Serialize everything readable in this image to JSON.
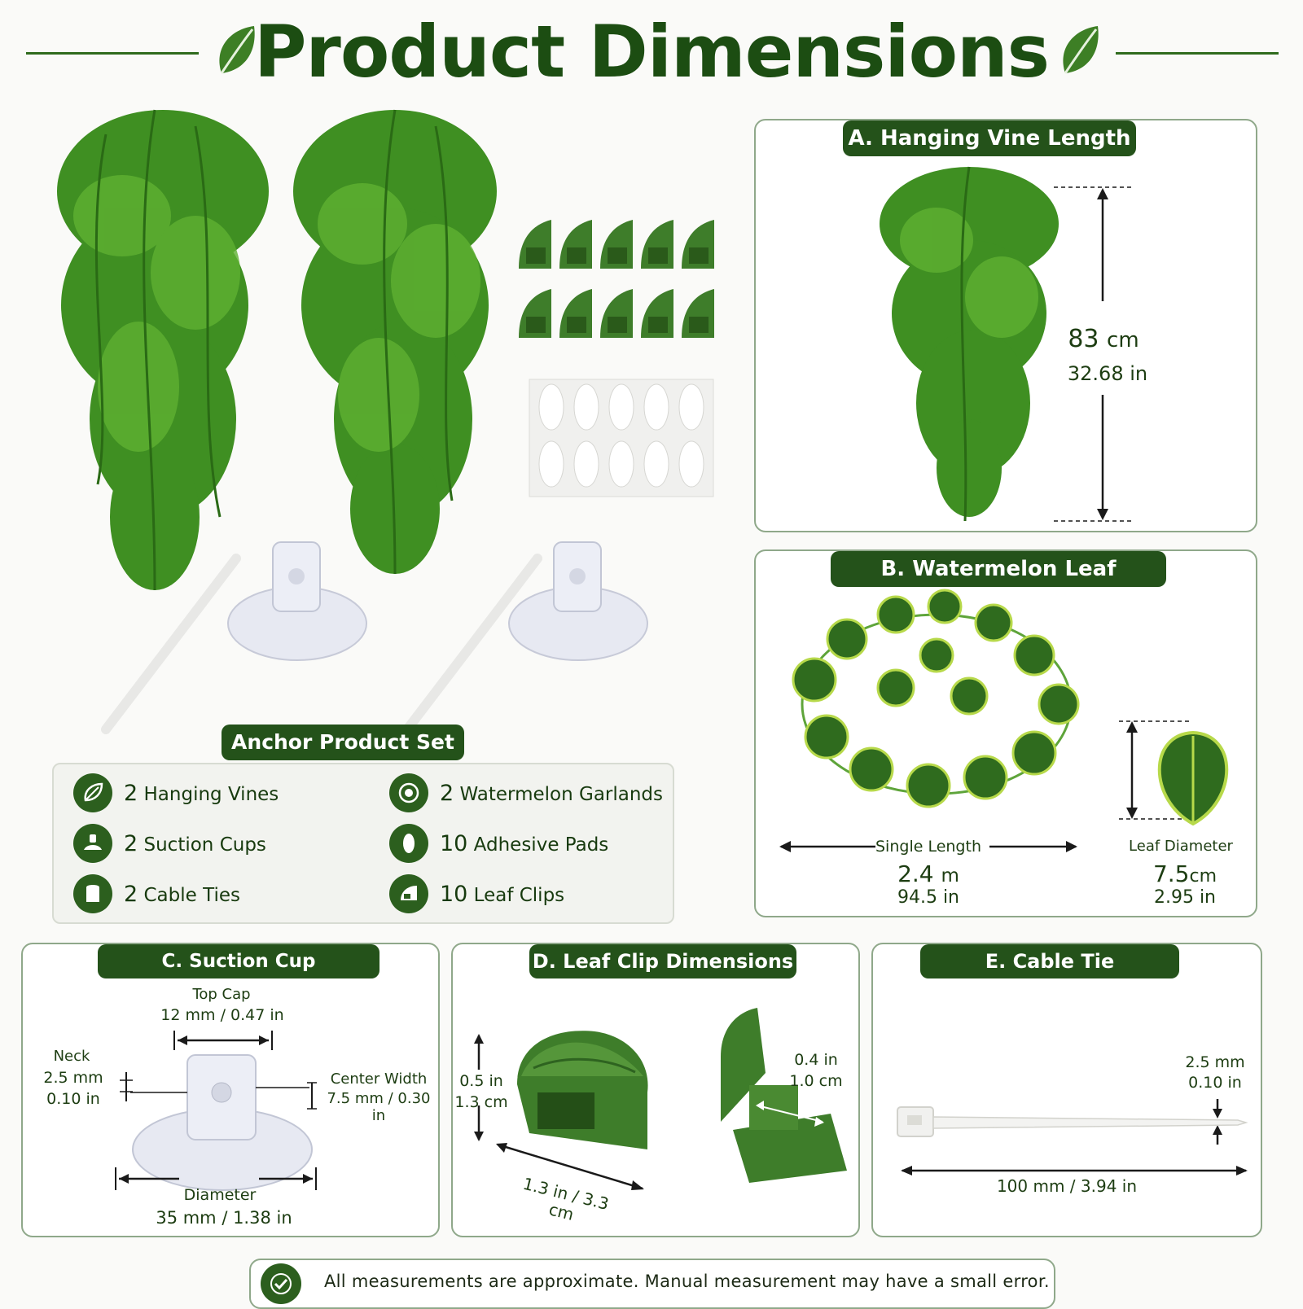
{
  "title": "Product Dimensions",
  "colors": {
    "brand": "#24521a",
    "leaf": "#3f8a25",
    "panel_border": "#8fa88a"
  },
  "anchor_set": {
    "title": "Anchor Product Set",
    "items": [
      {
        "count": "2",
        "label": "Hanging Vines",
        "icon": "leaf-icon"
      },
      {
        "count": "2",
        "label": "Watermelon Garlands",
        "icon": "garland-icon"
      },
      {
        "count": "2",
        "label": "Suction Cups",
        "icon": "suction-cup-icon"
      },
      {
        "count": "10",
        "label": "Adhesive Pads",
        "icon": "adhesive-pad-icon"
      },
      {
        "count": "2",
        "label": "Cable Ties",
        "icon": "cable-tie-icon"
      },
      {
        "count": "10",
        "label": "Leaf Clips",
        "icon": "leaf-clip-icon"
      }
    ]
  },
  "panel_a": {
    "title": "A. Hanging Vine Length",
    "value_cm": "83",
    "unit_cm": "cm",
    "value_in": "32.68 in"
  },
  "panel_b": {
    "title": "B. Watermelon Leaf Garland",
    "single_length_label": "Single Length",
    "length_value": "2.4",
    "length_unit": "m",
    "length_in": "94.5 in",
    "leaf_diameter_label": "Leaf Diameter",
    "diameter_value": "7.5",
    "diameter_unit": "cm",
    "diameter_in": "2.95 in"
  },
  "panel_c": {
    "title": "C. Suction Cup Dimensions",
    "top_cap_label": "Top Cap",
    "top_cap_value": "12 mm / 0.47 in",
    "neck_label": "Neck",
    "neck_mm": "2.5 mm",
    "neck_in": "0.10 in",
    "center_width_label": "Center Width",
    "center_width_value": "7.5 mm / 0.30 in",
    "diameter_label": "Diameter",
    "diameter_value": "35 mm / 1.38 in"
  },
  "panel_d": {
    "title": "D. Leaf Clip Dimensions",
    "height_in": "0.5 in",
    "height_cm": "1.3 cm",
    "length_value": "1.3 in / 3.3 cm",
    "gap_in": "0.4 in",
    "gap_cm": "1.0 cm"
  },
  "panel_e": {
    "title": "E. Cable Tie Dimensions",
    "width_mm": "2.5 mm",
    "width_in": "0.10 in",
    "length_value": "100 mm / 3.94 in"
  },
  "footer": {
    "note": "All measurements are approximate. Manual measurement may have a small error."
  }
}
